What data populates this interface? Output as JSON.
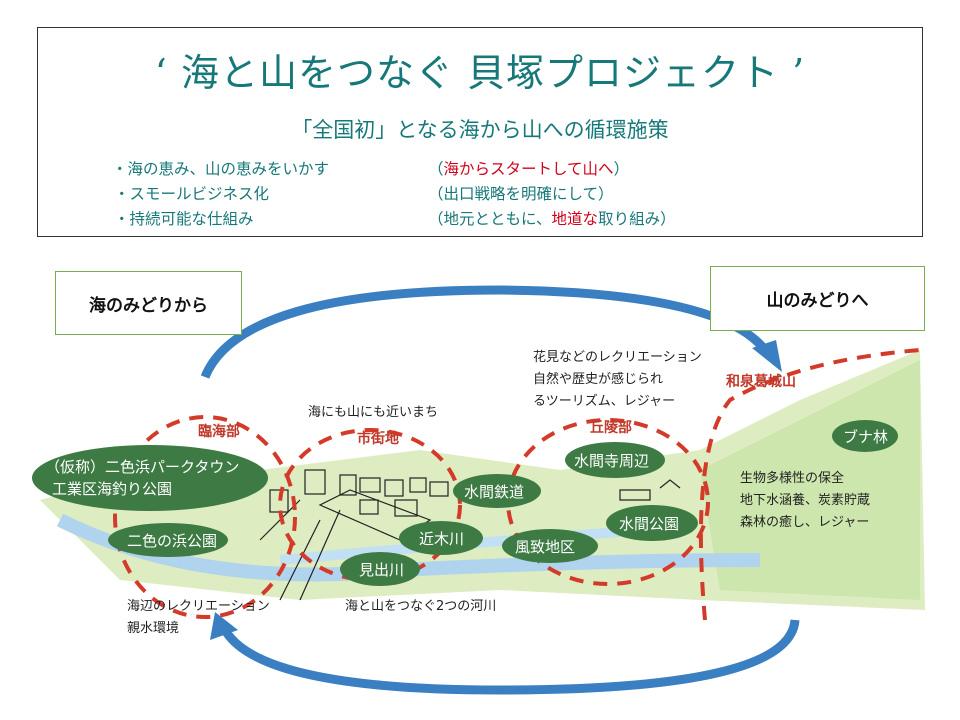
{
  "header": {
    "title": "‘ 海と山をつなぐ 貝塚プロジェクト ’",
    "subtitle": "「全国初」となる海から山への循環施策",
    "bullets": [
      {
        "left": "・海の恵み、山の恵みをいかす",
        "right_open": "（",
        "right_red": "海からスタートして山へ",
        "right_close": "）"
      },
      {
        "left": "・スモールビジネス化",
        "right": "（出口戦略を明確にして）"
      },
      {
        "left": "・持続可能な仕組み",
        "right_pre": "（地元とともに、",
        "right_red": "地道な",
        "right_post": "取り組み）"
      }
    ]
  },
  "flow": {
    "from": "海のみどりから",
    "to": "山のみどりへ"
  },
  "areas": {
    "coast": "臨海部",
    "city": "市街地",
    "hills": "丘陵部",
    "mountain": "和泉葛城山"
  },
  "places": {
    "parktown_1": "（仮称）二色浜パークタウン",
    "parktown_2": "工業区海釣り公園",
    "nishiki_park": "二色の浜公園",
    "mide_river": "見出川",
    "kogi_river": "近木川",
    "mizuma_railway": "水間鉄道",
    "mizumadera": "水間寺周辺",
    "fuchi": "風致地区",
    "mizuma_park": "水間公園",
    "buna": "ブナ林"
  },
  "notes": {
    "town": "海にも山にも近いまち",
    "hills": [
      "花見などのレクリエーション",
      "自然や歴史が感じられ",
      "るツーリズム、レジャー"
    ],
    "forest": [
      "生物多様性の保全",
      "地下水涵養、炭素貯蔵",
      "森林の癒し、レジャー"
    ],
    "seaside": [
      "海辺のレクリエーション",
      "親水環境"
    ],
    "rivers": "海と山をつなぐ2つの河川"
  },
  "colors": {
    "teal": "#17787a",
    "red": "#d0021b",
    "arrow": "#3a7fc1",
    "label_green": "#3e7b44",
    "dash": "#d43a2a"
  }
}
